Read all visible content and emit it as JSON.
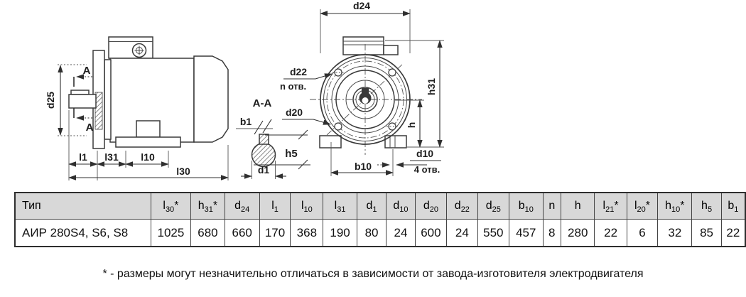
{
  "drawing": {
    "side_view": {
      "labels": {
        "d25": "d25",
        "section_top": "А",
        "section_bottom": "А",
        "l1": "l1",
        "l31": "l31",
        "l10": "l10",
        "l30": "l30"
      }
    },
    "section_view": {
      "title": "А-А",
      "labels": {
        "b1": "b1",
        "h5": "h5",
        "d1": "d1"
      }
    },
    "front_view": {
      "labels": {
        "d24": "d24",
        "d22": "d22",
        "n_holes": "n отв.",
        "d20": "d20",
        "h31": "h31",
        "h": "h",
        "b10": "b10",
        "d10": "d10",
        "four_holes": "4 отв."
      }
    }
  },
  "table": {
    "headers": [
      {
        "key": "tip",
        "base": "Тип"
      },
      {
        "key": "l30",
        "base": "l",
        "sub": "30",
        "suffix": "*"
      },
      {
        "key": "h31",
        "base": "h",
        "sub": "31",
        "suffix": "*"
      },
      {
        "key": "d24",
        "base": "d",
        "sub": "24"
      },
      {
        "key": "l1",
        "base": "l",
        "sub": "1"
      },
      {
        "key": "l10",
        "base": "l",
        "sub": "10"
      },
      {
        "key": "l31",
        "base": "l",
        "sub": "31"
      },
      {
        "key": "d1",
        "base": "d",
        "sub": "1"
      },
      {
        "key": "d10",
        "base": "d",
        "sub": "10"
      },
      {
        "key": "d20",
        "base": "d",
        "sub": "20"
      },
      {
        "key": "d22",
        "base": "d",
        "sub": "22"
      },
      {
        "key": "d25",
        "base": "d",
        "sub": "25"
      },
      {
        "key": "b10",
        "base": "b",
        "sub": "10"
      },
      {
        "key": "n",
        "base": "n"
      },
      {
        "key": "h",
        "base": "h"
      },
      {
        "key": "l21",
        "base": "l",
        "sub": "21",
        "suffix": "*"
      },
      {
        "key": "l20",
        "base": "l",
        "sub": "20",
        "suffix": "*"
      },
      {
        "key": "h10",
        "base": "h",
        "sub": "10",
        "suffix": "*"
      },
      {
        "key": "h5",
        "base": "h",
        "sub": "5"
      },
      {
        "key": "b1",
        "base": "b",
        "sub": "1"
      }
    ],
    "row": [
      "АИР 280S4, S6, S8",
      "1025",
      "680",
      "660",
      "170",
      "368",
      "190",
      "80",
      "24",
      "600",
      "24",
      "550",
      "457",
      "8",
      "280",
      "22",
      "6",
      "32",
      "85",
      "22"
    ]
  },
  "footnote": "* - размеры могут незначительно отличаться в зависимости от завода-изготовителя электродвигателя",
  "colors": {
    "line": "#3a3a3a",
    "table_header_bg": "#d8d8d8",
    "table_border": "#2e2e2e",
    "background": "#ffffff"
  }
}
